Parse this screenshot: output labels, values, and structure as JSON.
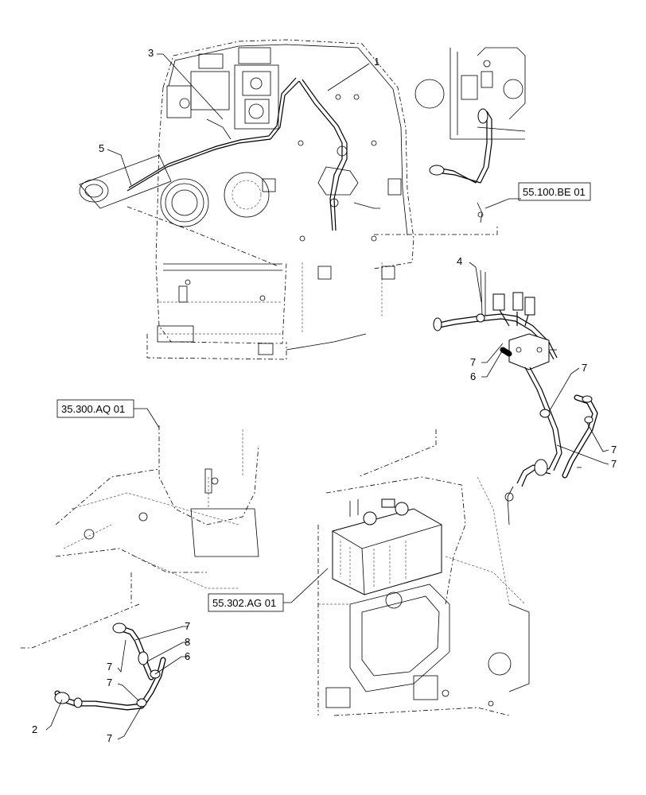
{
  "callouts": {
    "c1": "1",
    "c2": "2",
    "c3": "3",
    "c4": "4",
    "c5": "5",
    "c6a": "6",
    "c6b": "6",
    "c7a": "7",
    "c7b": "7",
    "c7c": "7",
    "c7d": "7",
    "c7e": "7",
    "c7f": "7",
    "c7g": "7",
    "c7h": "7",
    "c8": "8"
  },
  "references": {
    "r1": "55.100.BE 01",
    "r2": "35.300.AQ 01",
    "r3": "55.302.AG 01"
  }
}
